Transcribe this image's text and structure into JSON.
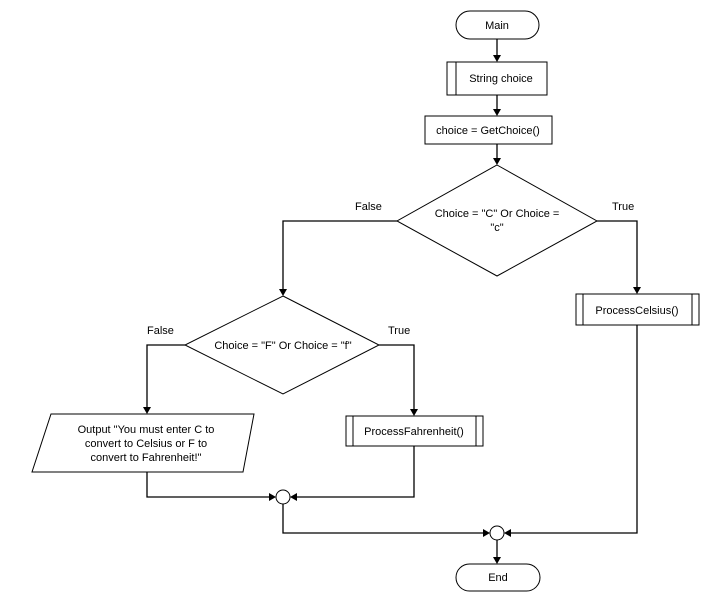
{
  "flowchart": {
    "start": {
      "label": "Main"
    },
    "declare": {
      "label": "String choice"
    },
    "assign": {
      "label": "choice = GetChoice()"
    },
    "decision1": {
      "label_line1": "Choice = \"C\" Or Choice =",
      "label_line2": "\"c\"",
      "false_label": "False",
      "true_label": "True"
    },
    "decision2": {
      "label": "Choice = \"F\" Or Choice = \"f\"",
      "false_label": "False",
      "true_label": "True"
    },
    "call_celsius": {
      "label": "ProcessCelsius()"
    },
    "call_fahrenheit": {
      "label": "ProcessFahrenheit()"
    },
    "output": {
      "line1": "Output \"You must enter C to",
      "line2": "convert to Celsius or F to",
      "line3": "convert to Fahrenheit!\""
    },
    "end": {
      "label": "End"
    }
  }
}
